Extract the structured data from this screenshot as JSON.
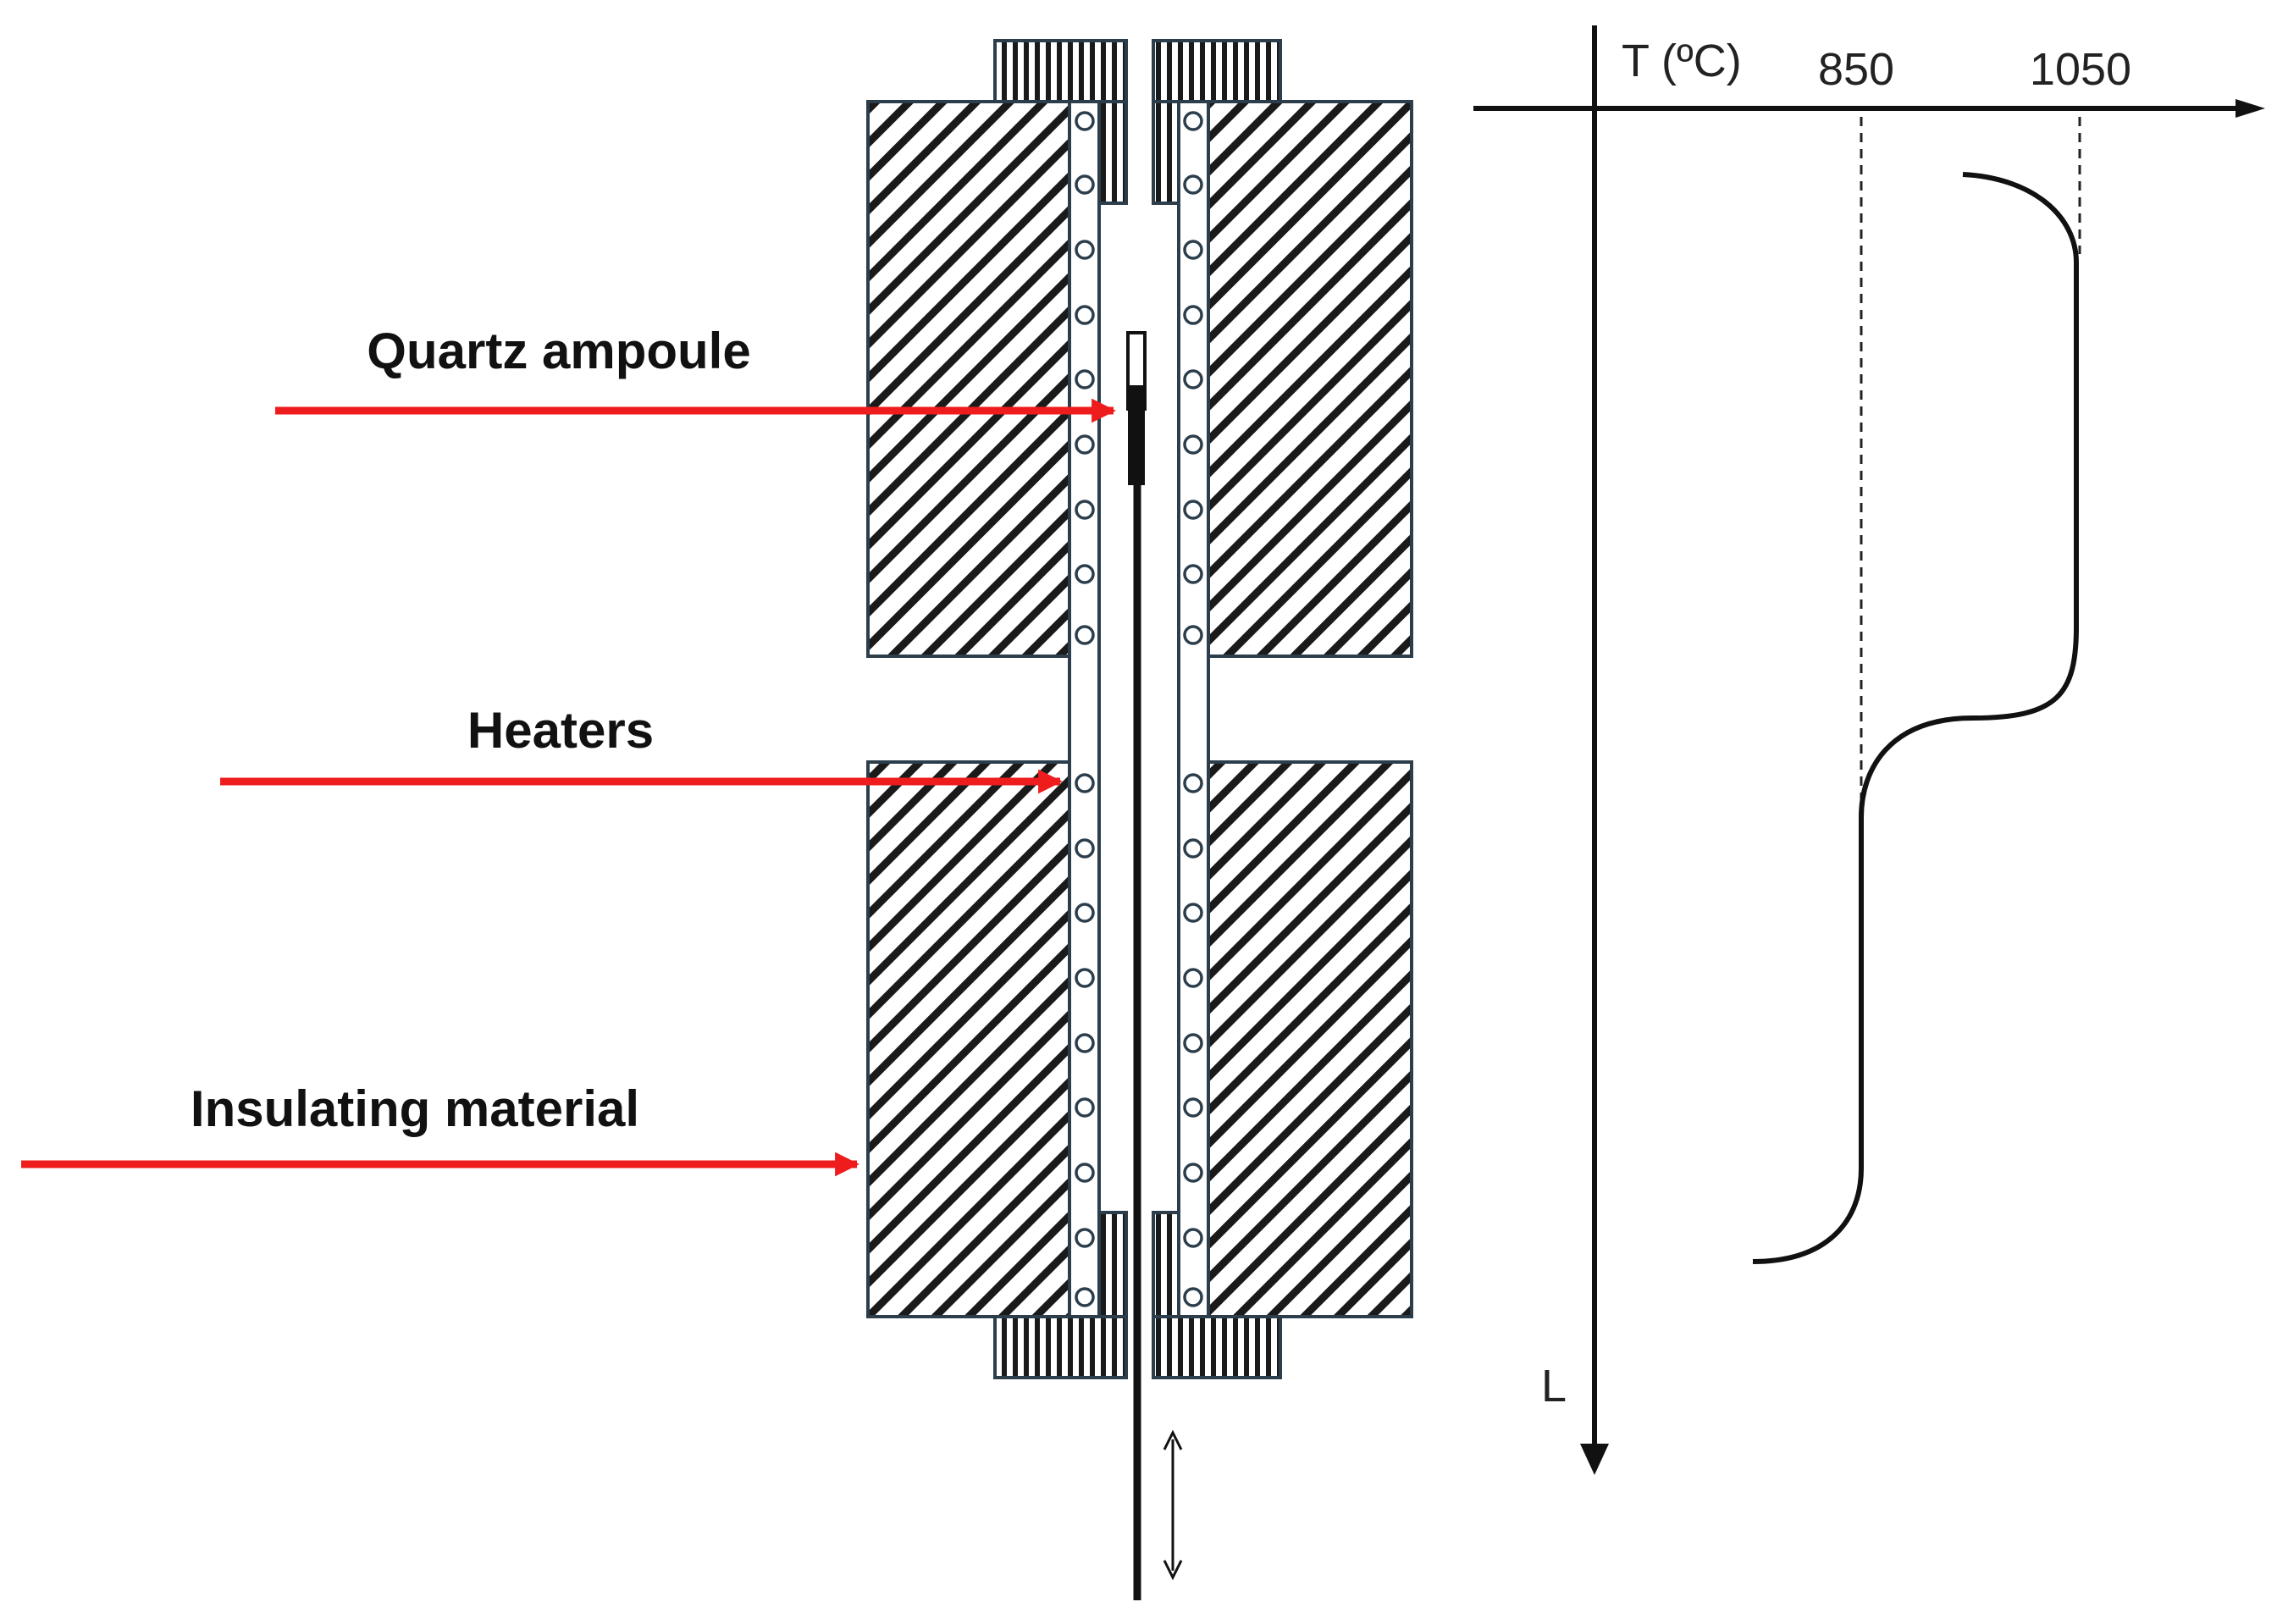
{
  "labels": {
    "quartz_ampoule": "Quartz ampoule",
    "heaters": "Heaters",
    "insulating_material": "Insulating material"
  },
  "graph": {
    "temperature_axis_label": "T (ºC)",
    "length_axis_label": "L",
    "tick_low": "850",
    "tick_high": "1050"
  },
  "colors": {
    "arrow": "#ee1c1c",
    "outline": "#2c3e4c",
    "ink": "#111111"
  }
}
